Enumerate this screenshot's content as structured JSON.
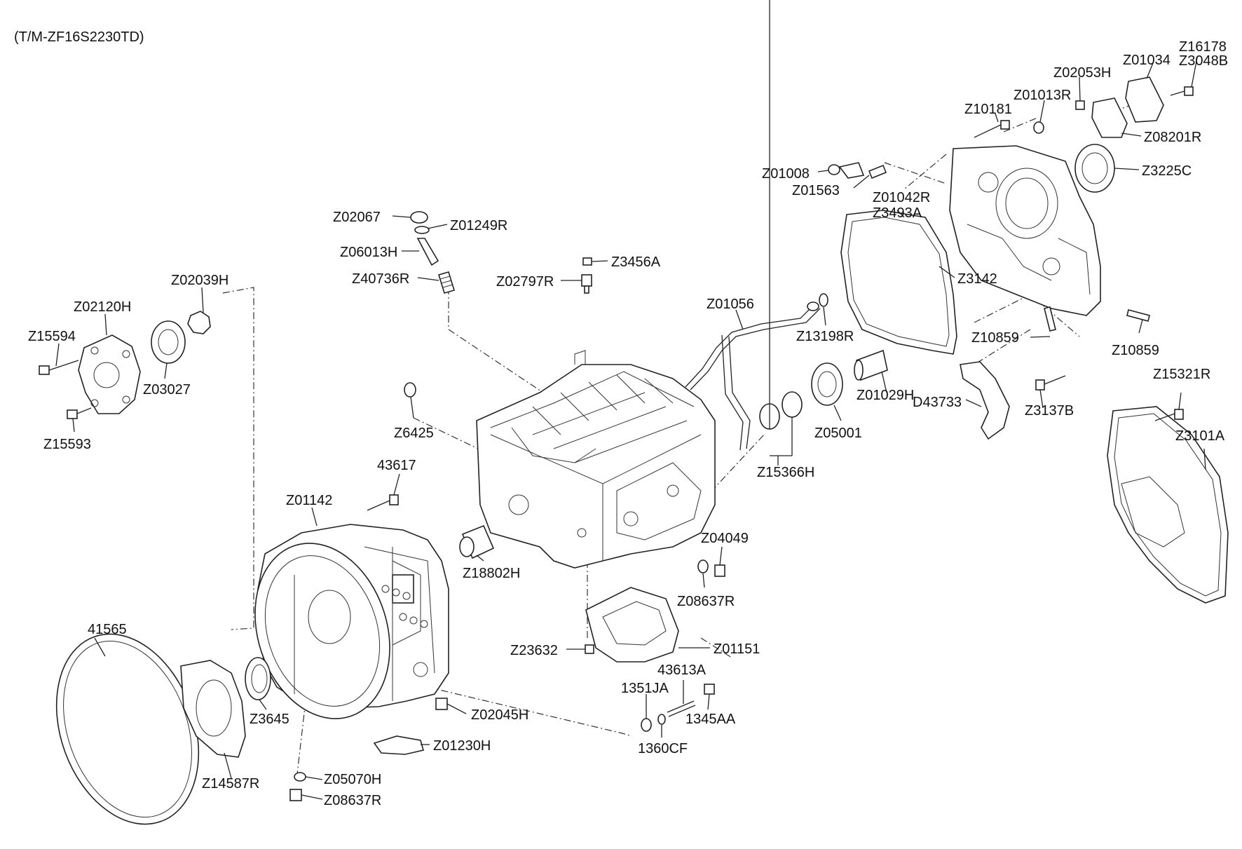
{
  "title": "(T/M-ZF16S2230TD)",
  "labels": {
    "Z16178": "Z16178",
    "Z3048B": "Z3048B",
    "Z01034": "Z01034",
    "Z02053H": "Z02053H",
    "Z01013R": "Z01013R",
    "Z10181": "Z10181",
    "Z08201R": "Z08201R",
    "Z3225C": "Z3225C",
    "Z01008": "Z01008",
    "Z01563": "Z01563",
    "Z01042R": "Z01042R",
    "Z3493A": "Z3493A",
    "Z02067": "Z02067",
    "Z01249R": "Z01249R",
    "Z06013H": "Z06013H",
    "Z40736R": "Z40736R",
    "Z3456A": "Z3456A",
    "Z02797R": "Z02797R",
    "Z3142": "Z3142",
    "Z01056": "Z01056",
    "Z13198R": "Z13198R",
    "Z10859a": "Z10859",
    "Z10859b": "Z10859",
    "Z02039H": "Z02039H",
    "Z02120H": "Z02120H",
    "Z15594": "Z15594",
    "Z03027": "Z03027",
    "Z15593": "Z15593",
    "Z01029H": "Z01029H",
    "D43733": "D43733",
    "Z3137B": "Z3137B",
    "Z15321R": "Z15321R",
    "Z3101A": "Z3101A",
    "Z6425": "Z6425",
    "Z05001": "Z05001",
    "Z15366H": "Z15366H",
    "n43617": "43617",
    "Z01142": "Z01142",
    "Z04049": "Z04049",
    "Z18802H": "Z18802H",
    "Z08637Ra": "Z08637R",
    "n41565": "41565",
    "Z23632": "Z23632",
    "Z01151": "Z01151",
    "n43613A": "43613A",
    "n1351JA": "1351JA",
    "Z3645": "Z3645",
    "Z02045H": "Z02045H",
    "n1345AA": "1345AA",
    "n1360CF": "1360CF",
    "Z01230H": "Z01230H",
    "Z14587R": "Z14587R",
    "Z05070H": "Z05070H",
    "Z08637Rb": "Z08637R"
  }
}
